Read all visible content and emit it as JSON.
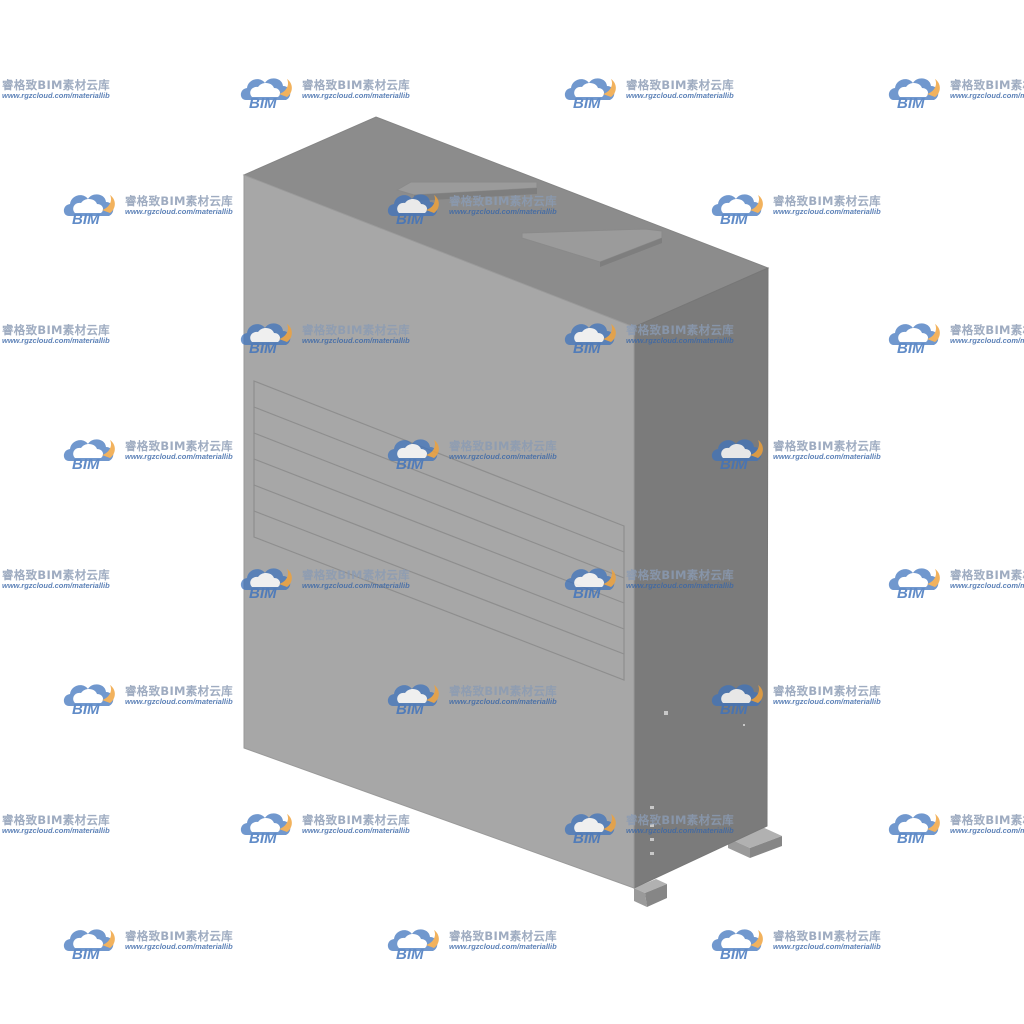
{
  "scene": {
    "subject": "enclosure-cabinet",
    "colors": {
      "background": "#ffffff",
      "front_face": "#a7a7a7",
      "top_face": "#8c8c8c",
      "side_face": "#7b7b7b",
      "vent_line": "#8e8e8e",
      "feet": "#9c9c9c",
      "edge": "#909090"
    }
  },
  "watermark": {
    "brand": "BIM",
    "title": "睿格致BIM素材云库",
    "url": "www.rgzcloud.com/materiallib",
    "colors": {
      "cloud_blue": "#3f73bd",
      "cloud_orange": "#f0a23a",
      "title": "#8a9bb4",
      "url": "#3a67a8"
    }
  }
}
